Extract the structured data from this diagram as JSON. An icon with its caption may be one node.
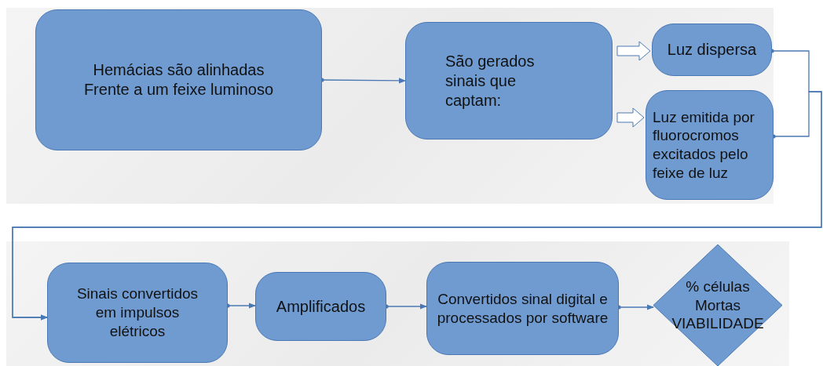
{
  "diagram": {
    "nodes": [
      {
        "text": [
          "Hemácias são alinhadas Frente a um feixe luminoso"
        ]
      },
      {
        "text": [
          "São gerados sinais que captam:"
        ]
      },
      {
        "text": [
          "Luz dispersa"
        ]
      },
      {
        "text": [
          "Luz emitida por fluorocromos excitados pelo feixe de luz"
        ]
      },
      {
        "text": [
          "Sinais convertidos em impulsos elétricos"
        ]
      },
      {
        "text": [
          "Amplificados"
        ]
      },
      {
        "text": [
          "Convertidos sinal digital e processados por software"
        ]
      },
      {
        "text": [
          "% células Mortas VIABILIDADE"
        ]
      }
    ],
    "edges": [
      {
        "from": 0,
        "to": 1,
        "arrow": "to"
      },
      {
        "from": 1,
        "to": 2,
        "arrow": "to",
        "style": "thick"
      },
      {
        "from": 1,
        "to": 3,
        "arrow": "to",
        "style": "thick"
      },
      {
        "from": 2,
        "to": 4,
        "arrow": "to"
      },
      {
        "from": 3,
        "to": 4,
        "arrow": "to"
      },
      {
        "from": 4,
        "to": 5,
        "arrow": "to"
      },
      {
        "from": 5,
        "to": 6,
        "arrow": "to"
      },
      {
        "from": 6,
        "to": 7,
        "arrow": "to"
      }
    ]
  }
}
